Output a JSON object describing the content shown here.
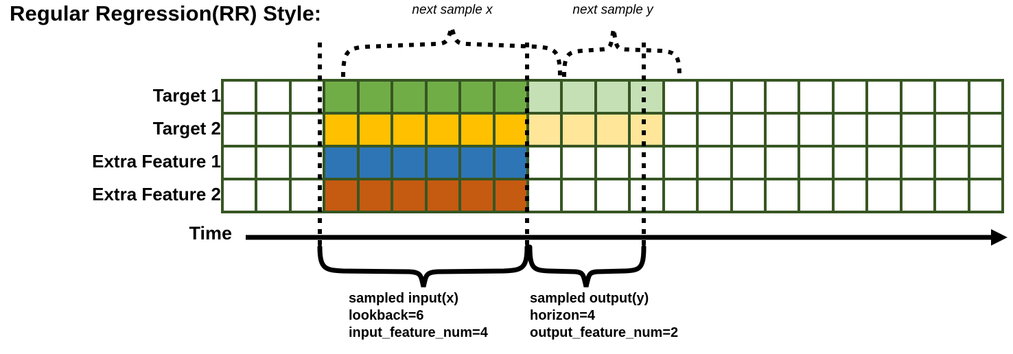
{
  "title": "Regular Regression(RR) Style:",
  "annotations": {
    "next_sample_x": "next sample x",
    "next_sample_y": "next sample y"
  },
  "rows": [
    {
      "label": "Target 1",
      "color": "#70AD47",
      "light_color": "#C5E0B4",
      "has_output": true
    },
    {
      "label": "Target 2",
      "color": "#FFC000",
      "light_color": "#FFE699",
      "has_output": true
    },
    {
      "label": "Extra Feature 1",
      "color": "#2E75B6",
      "light_color": "#FFFFFF",
      "has_output": false
    },
    {
      "label": "Extra Feature 2",
      "color": "#C55A11",
      "light_color": "#FFFFFF",
      "has_output": false
    }
  ],
  "grid": {
    "total_columns": 23,
    "lead_blank_columns": 3,
    "input_columns": 6,
    "output_columns": 4,
    "trail_blank_columns": 10,
    "border_color": "#375623",
    "empty_color": "#FFFFFF"
  },
  "axis": {
    "label": "Time",
    "direction": "right"
  },
  "descriptions": {
    "input": "sampled input(x)\nlookback=6\ninput_feature_num=4",
    "output": "sampled output(y)\nhorizon=4\noutput_feature_num=2"
  },
  "colors": {
    "grid_border": "#375623",
    "target1": "#70AD47",
    "target1_light": "#C5E0B4",
    "target2": "#FFC000",
    "target2_light": "#FFE699",
    "feature1": "#2E75B6",
    "feature2": "#C55A11",
    "ink": "#000000"
  }
}
